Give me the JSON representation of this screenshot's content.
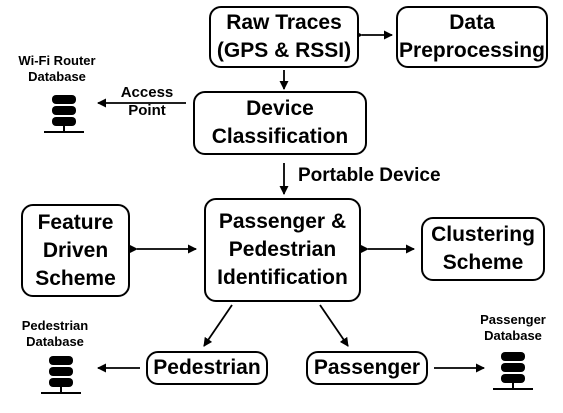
{
  "nodes": {
    "raw_traces": [
      "Raw Traces",
      "(GPS & RSSI)"
    ],
    "data_preprocessing": [
      "Data",
      "Preprocessing"
    ],
    "device_classification": [
      "Device",
      "Classification"
    ],
    "feature_driven": [
      "Feature",
      "Driven",
      "Scheme"
    ],
    "identification": [
      "Passenger &",
      "Pedestrian",
      "Identification"
    ],
    "clustering": [
      "Clustering",
      "Scheme"
    ],
    "pedestrian": [
      "Pedestrian"
    ],
    "passenger": [
      "Passenger"
    ]
  },
  "labels": {
    "wifi_db": [
      "Wi-Fi Router",
      "Database"
    ],
    "access_point": [
      "Access",
      "Point"
    ],
    "portable_device": "Portable Device",
    "pedestrian_db": [
      "Pedestrian",
      "Database"
    ],
    "passenger_db": [
      "Passenger",
      "Database"
    ]
  },
  "icons": {
    "wifi_db": "database-icon",
    "pedestrian_db": "database-icon",
    "passenger_db": "database-icon"
  }
}
